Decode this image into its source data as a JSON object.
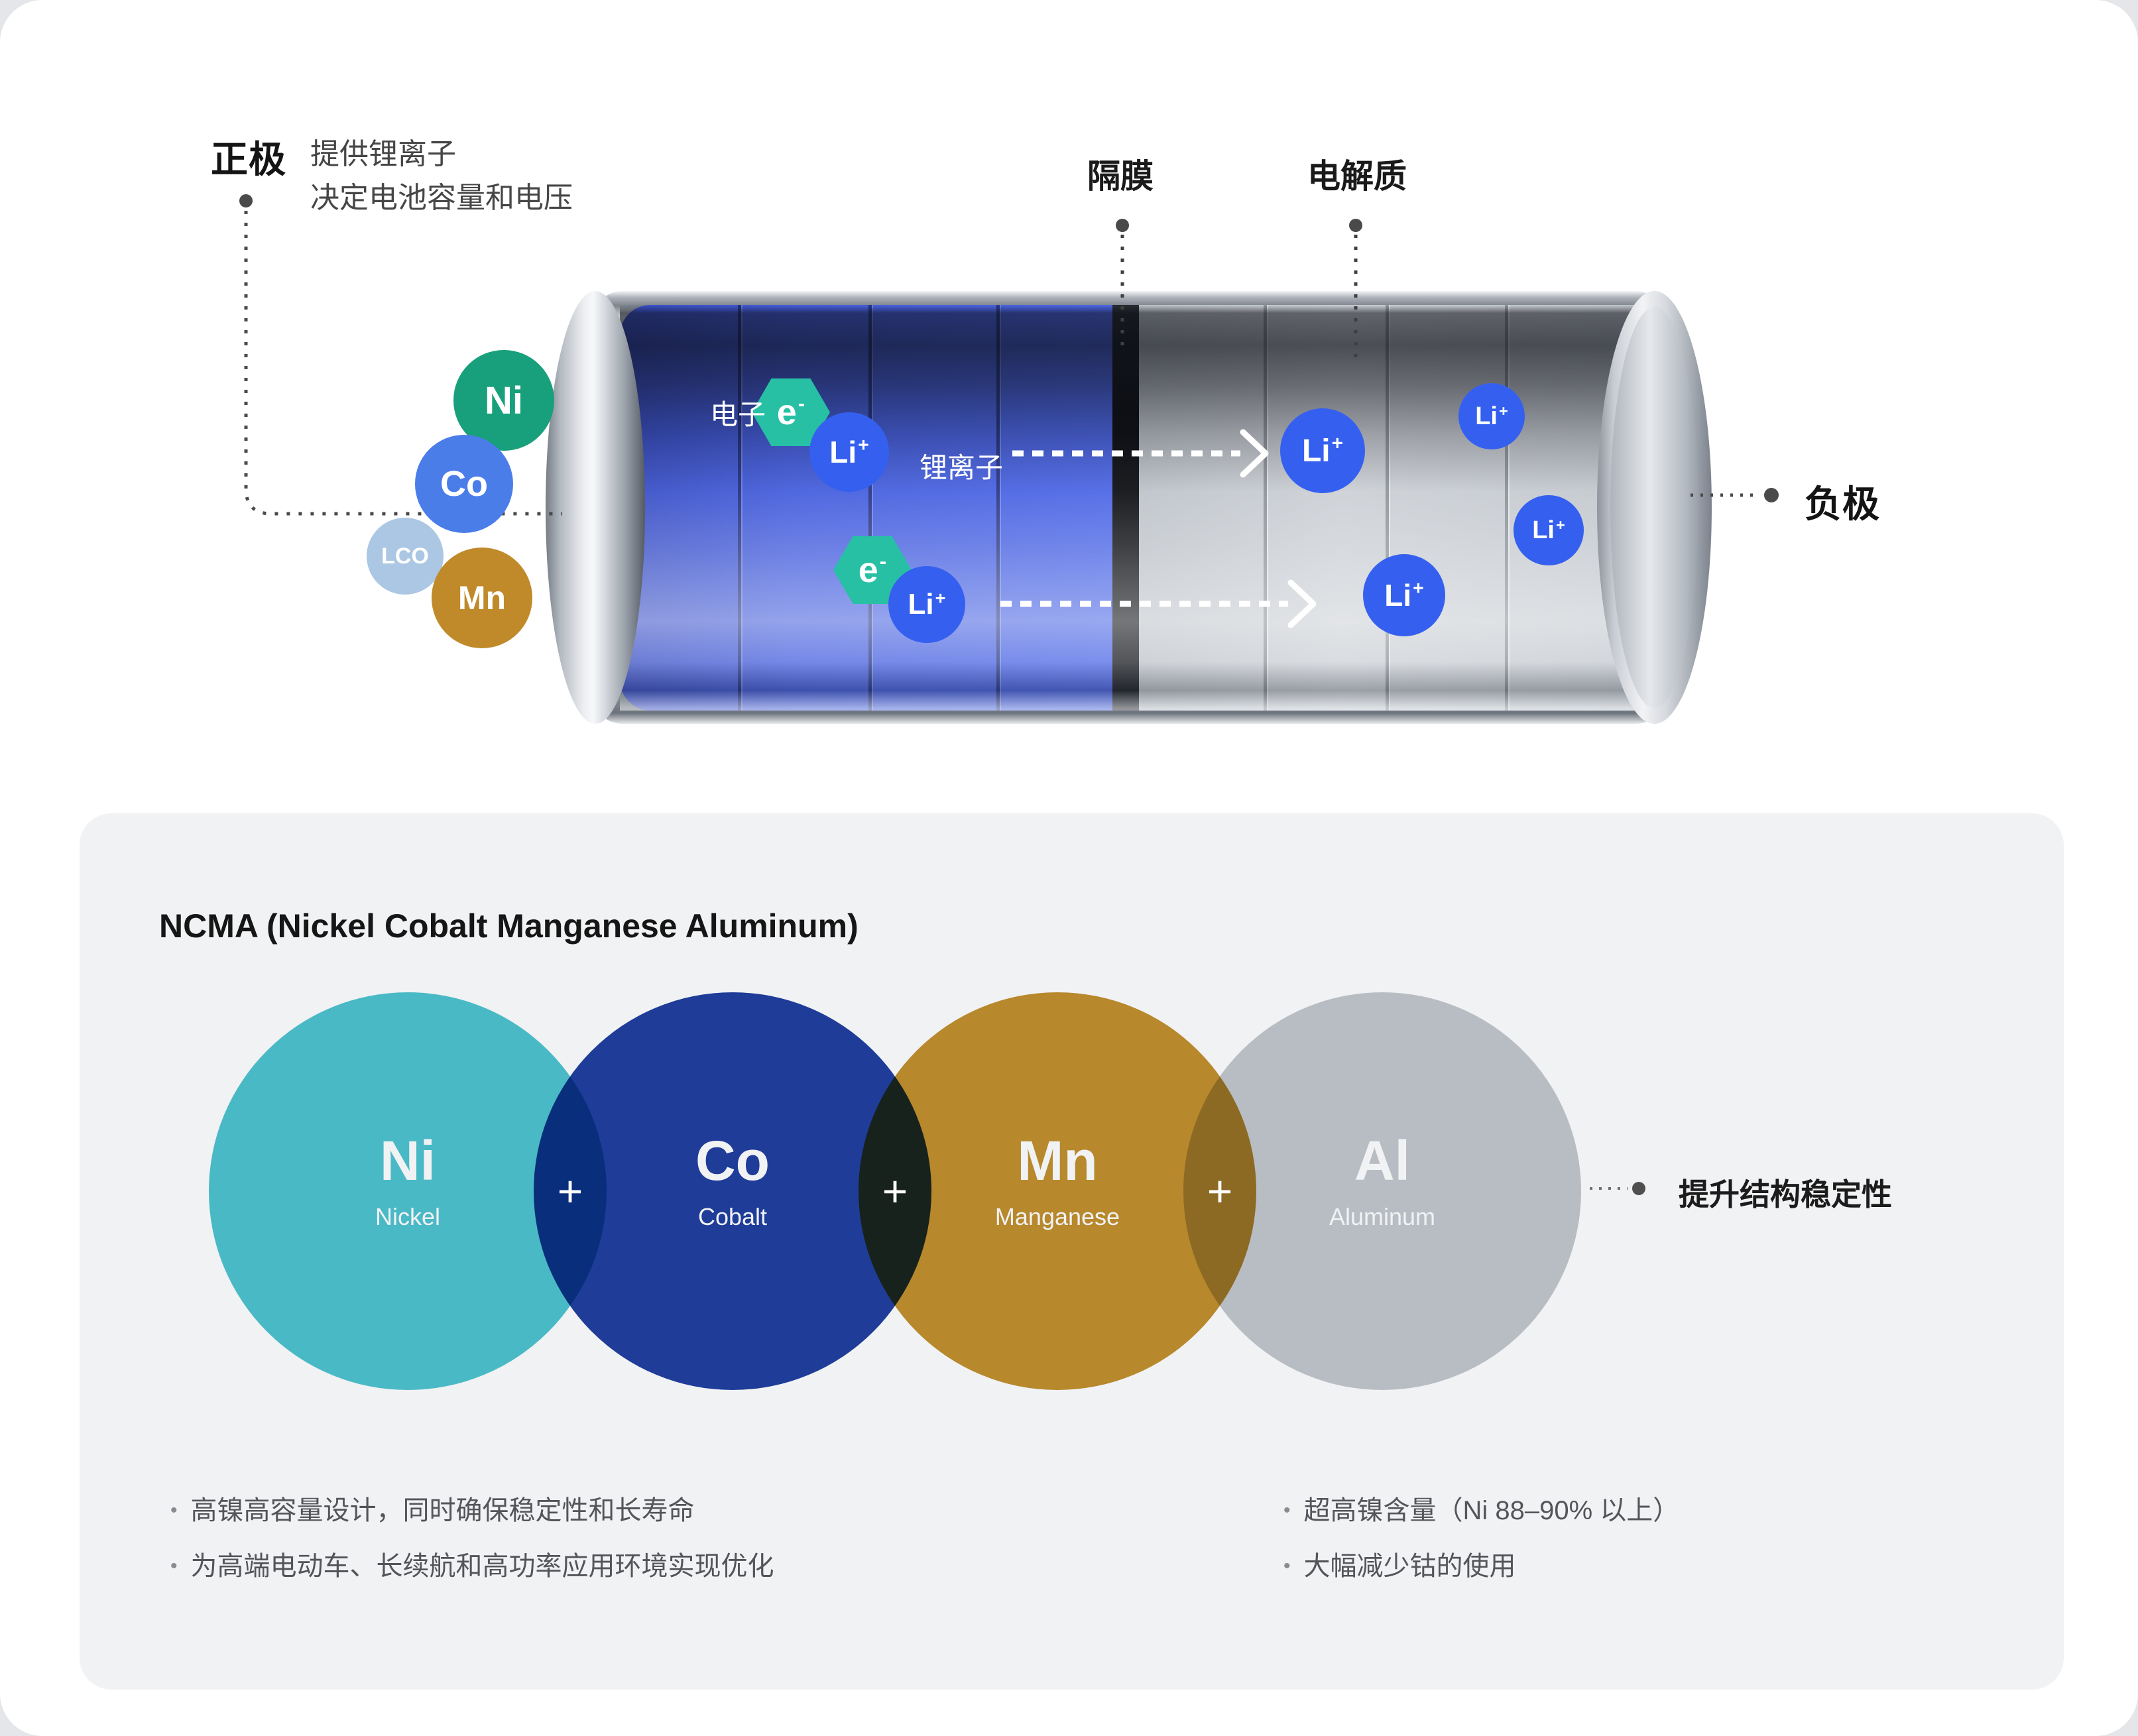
{
  "header": {
    "positive_label": "正极",
    "positive_desc_line1": "提供锂离子",
    "positive_desc_line2": "决定电池容量和电压",
    "separator_label": "隔膜",
    "electrolyte_label": "电解质",
    "negative_label": "负极"
  },
  "battery": {
    "electron_text": "电子",
    "lithium_ion_text": "锂离子",
    "ion_symbol": "Li",
    "ion_charge": "+",
    "electron_symbol": "e",
    "electron_charge": "-",
    "ion_color": "#3560ef",
    "electron_color": "#27c0a5",
    "cathode_color": "#4760de",
    "anode_color": "#c7ccd2",
    "material_chips": [
      {
        "label": "Ni",
        "color": "#18a07c"
      },
      {
        "label": "Co",
        "color": "#4b7de9"
      },
      {
        "label": "LCO",
        "color": "#abc7e3"
      },
      {
        "label": "Mn",
        "color": "#c08a2b"
      }
    ]
  },
  "ncma": {
    "title": "NCMA (Nickel Cobalt Manganese Aluminum)",
    "panel_color": "#f1f2f4",
    "plus": "+",
    "annotation": "提升结构稳定性",
    "elements": [
      {
        "symbol": "Ni",
        "name": "Nickel",
        "color": "#4ec3cf"
      },
      {
        "symbol": "Co",
        "name": "Cobalt",
        "color": "#1f3f9f"
      },
      {
        "symbol": "Mn",
        "name": "Manganese",
        "color": "#c28f2e"
      },
      {
        "symbol": "Al",
        "name": "Aluminum",
        "color": "#c3c7cd"
      }
    ],
    "bullets_left": [
      "高镍高容量设计，同时确保稳定性和长寿命",
      "为高端电动车、长续航和高功率应用环境实现优化"
    ],
    "bullets_right": [
      "超高镍含量（Ni 88–90% 以上）",
      "大幅减少钴的使用"
    ]
  }
}
